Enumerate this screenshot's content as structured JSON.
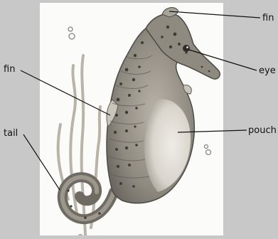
{
  "diagram": {
    "labels": {
      "fin_top": "fin",
      "eye": "eye",
      "fin_left": "fin",
      "pouch": "pouch",
      "tail": "tail"
    },
    "colors": {
      "background": "#c8c8c8",
      "panel": "#fbfbf9",
      "body": "#8f8a80",
      "body_dark": "#4d4a45",
      "belly": "#e6e3dc",
      "seaweed": "#b9b4a8",
      "leader": "#111111"
    }
  }
}
